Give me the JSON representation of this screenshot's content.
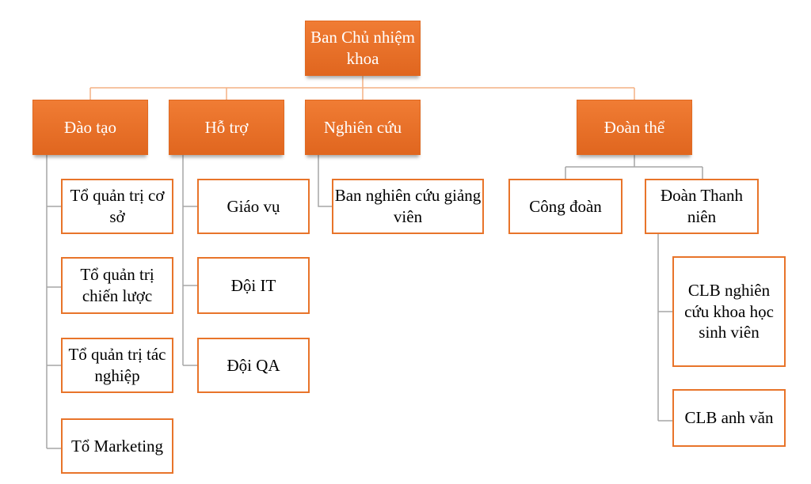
{
  "colors": {
    "accent": "#ED7D31",
    "connector_orange": "#F4B183",
    "connector_gray": "#A6A6A6"
  },
  "root": {
    "label": "Ban Chủ nhiệm khoa"
  },
  "departments": {
    "dao_tao": {
      "label": "Đào tạo",
      "children": [
        "Tổ quản trị cơ sở",
        "Tổ quản trị chiến lược",
        "Tổ quản trị tác nghiệp",
        "Tổ Marketing"
      ]
    },
    "ho_tro": {
      "label": "Hỗ trợ",
      "children": [
        "Giáo vụ",
        "Đội IT",
        "Đội QA"
      ]
    },
    "nghien_cuu": {
      "label": "Nghiên cứu",
      "children": [
        "Ban nghiên cứu giảng viên"
      ]
    },
    "doan_the": {
      "label": "Đoàn thể",
      "children": [
        "Công đoàn",
        "Đoàn Thanh niên"
      ],
      "doan_thanh_nien_children": [
        "CLB nghiên cứu khoa học sinh viên",
        "CLB anh văn"
      ]
    }
  }
}
